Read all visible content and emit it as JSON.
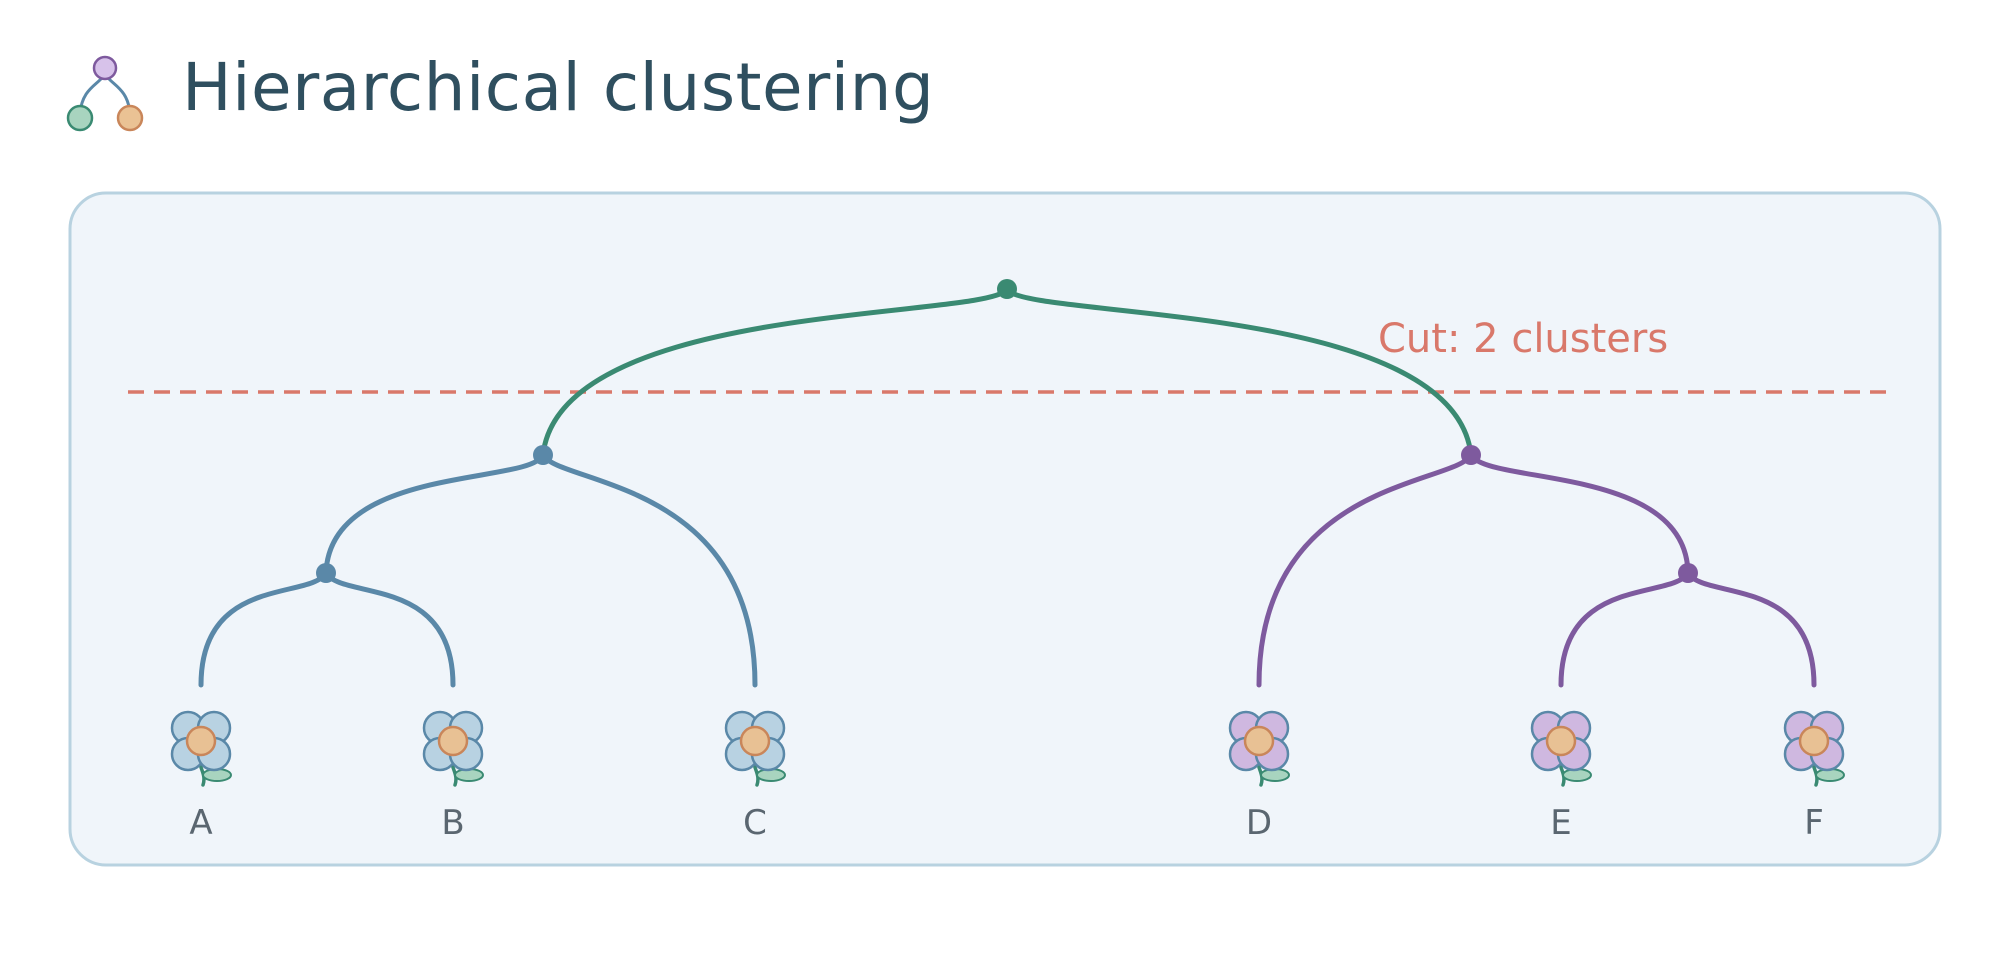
{
  "header": {
    "title": "Hierarchical clustering",
    "icon": "dendrogram-icon"
  },
  "cut": {
    "label": "Cut: 2 clusters",
    "color": "#d9786a"
  },
  "colors": {
    "root": "#3a8a72",
    "cluster_blue": "#5a88a8",
    "cluster_purple": "#7e5a9e",
    "panel_bg": "#f0f5fa",
    "panel_border": "#b8d2e0",
    "label_text": "#5a6670",
    "petal_blue": "#b8d2e2",
    "petal_purple": "#cfb8e0",
    "flower_center": "#e8c194"
  },
  "leaves": [
    {
      "id": "A",
      "cluster": "blue"
    },
    {
      "id": "B",
      "cluster": "blue"
    },
    {
      "id": "C",
      "cluster": "blue"
    },
    {
      "id": "D",
      "cluster": "purple"
    },
    {
      "id": "E",
      "cluster": "purple"
    },
    {
      "id": "F",
      "cluster": "purple"
    }
  ]
}
